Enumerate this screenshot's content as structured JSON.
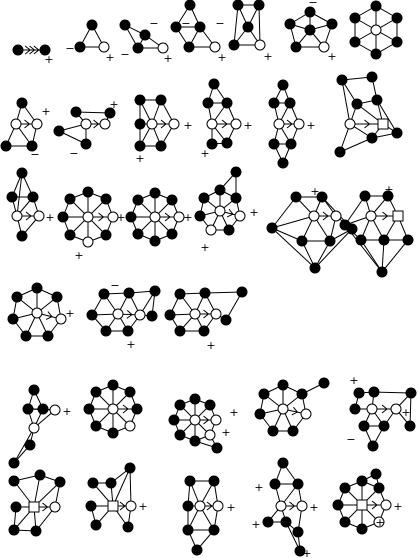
{
  "colors": {
    "stroke": "#000000",
    "filled_node": "#000000",
    "open_node": "#ffffff",
    "background": "#ffffff"
  },
  "marks": {
    "plus": "+",
    "minus": "−"
  },
  "node_kinds": [
    "filled-circle",
    "open-circle",
    "open-square"
  ]
}
